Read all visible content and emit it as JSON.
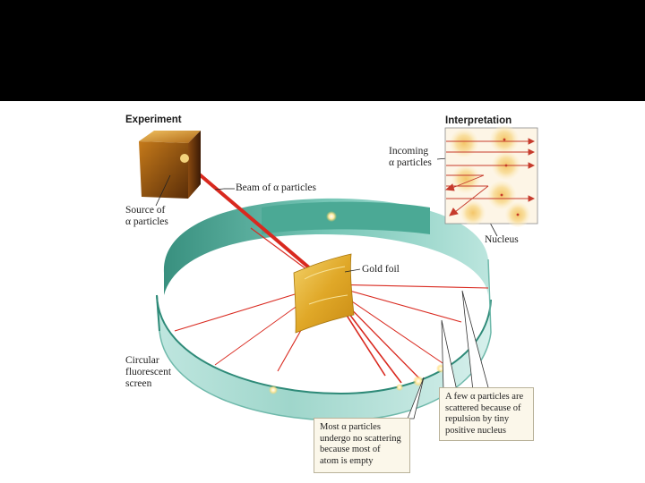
{
  "headings": {
    "experiment": "Experiment",
    "interpretation": "Interpretation"
  },
  "labels": {
    "source_line1": "Source of",
    "source_line2": "α particles",
    "beam": "Beam of α particles",
    "gold_foil": "Gold foil",
    "incoming_line1": "Incoming",
    "incoming_line2": "α particles",
    "nucleus": "Nucleus",
    "screen_line1": "Circular",
    "screen_line2": "fluorescent",
    "screen_line3": "screen"
  },
  "notes": {
    "no_scatter_line1": "Most α particles",
    "no_scatter_line2": "undergo no scattering",
    "no_scatter_line3": "because most of",
    "no_scatter_line4": "atom is empty",
    "scatter_line1": "A few α particles are",
    "scatter_line2": "scattered because of",
    "scatter_line3": "repulsion by tiny",
    "scatter_line4": "positive nucleus"
  },
  "colors": {
    "header_bar": "#000000",
    "beam": "#d9291f",
    "screen_teal": "#3f9e8c",
    "screen_light": "#bfe7e1",
    "foil_gold": "#e3b22f",
    "nucleus_glow": "#f7d98a"
  }
}
